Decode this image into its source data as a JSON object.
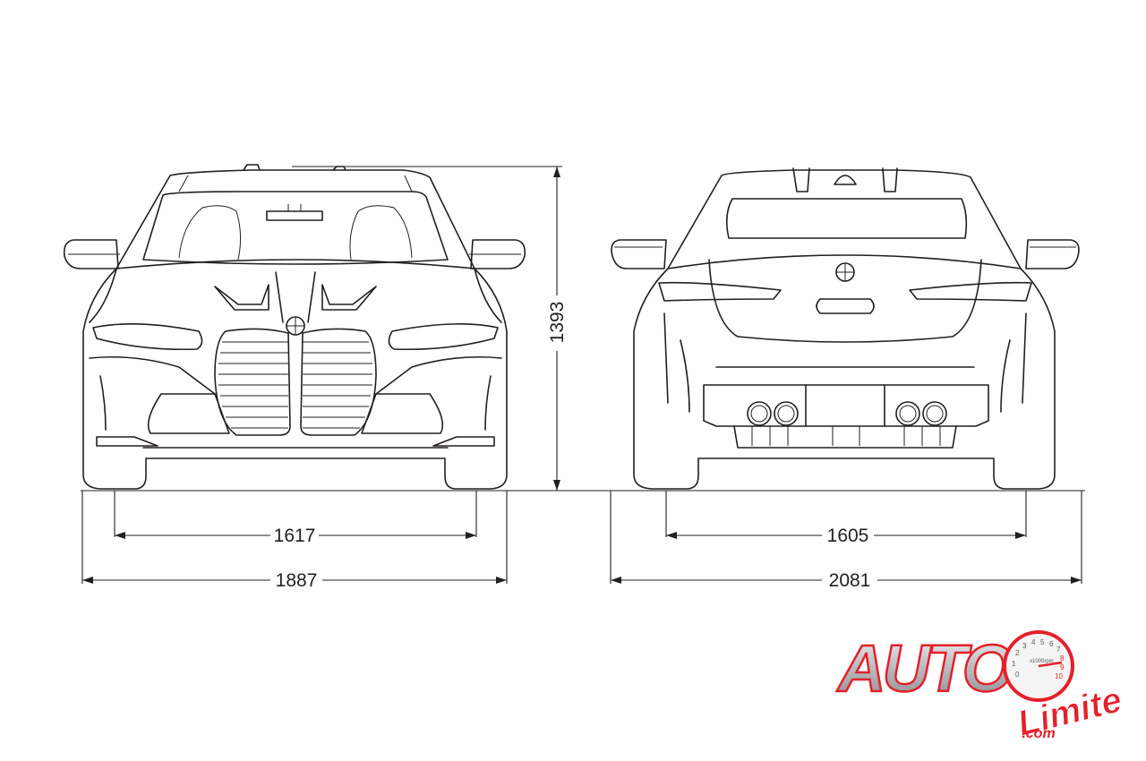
{
  "dimensions": {
    "front_track": "1617",
    "front_width": "1887",
    "rear_track": "1605",
    "rear_width_mirrors": "2081",
    "height": "1393"
  },
  "logo": {
    "word": "AUTO",
    "script": "Limite",
    "domain": ".com",
    "gauge_label": "x1000rpm",
    "gauge_numbers": [
      "0",
      "1",
      "2",
      "3",
      "4",
      "5",
      "6",
      "7",
      "8",
      "9",
      "10"
    ]
  },
  "colors": {
    "line": "#231f20",
    "logo_red": "#e4202a",
    "logo_silver": "#c8c8cc"
  }
}
